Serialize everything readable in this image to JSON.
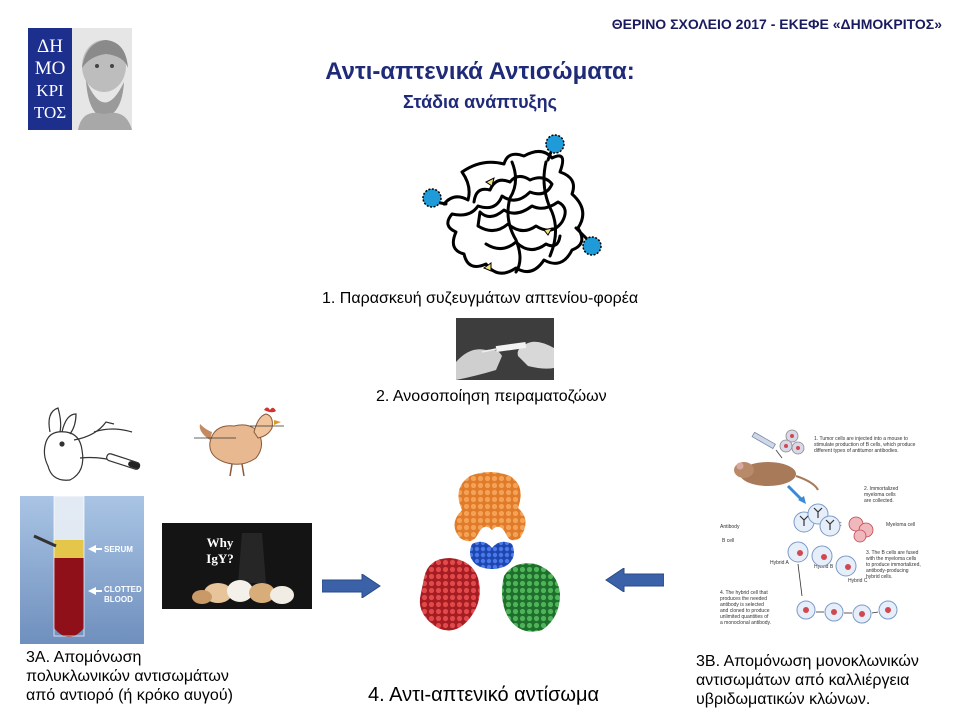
{
  "header": {
    "organization": "ΘΕΡΙΝΟ ΣΧΟΛΕΙΟ 2017 - ΕΚΕΦΕ «ΔΗΜΟΚΡΙΤΟΣ»",
    "title": "Αντι-απτενικά Αντισώματα:",
    "subtitle": "Στάδια ανάπτυξης"
  },
  "logo": {
    "line1": "ΔΗ",
    "line2": "ΜΟ",
    "line3": "ΚΡΙ",
    "line4": "ΤΟΣ"
  },
  "steps": {
    "step1": "1. Παρασκευή συζευγμάτων απτενίου-φορέα",
    "step2": "2. Ανοσοποίηση πειραματοζώων",
    "step3a_line1": "3Α. Απομόνωση",
    "step3a_line2": "πολυκλωνικών αντισωμάτων",
    "step3a_line3": "από αντιορό (ή κρόκο αυγού)",
    "step3b_line1": "3Β. Απομόνωση μονοκλωνικών",
    "step3b_line2": "αντισωμάτων από καλλιέργεια",
    "step3b_line3": "υβριδωματικών κλώνων.",
    "step4": "4. Αντι-απτενικό αντίσωμα"
  },
  "photos": {
    "serum_label": "SERUM",
    "clotted_label": "CLOTTED",
    "blood_label": "BLOOD",
    "igy_line1": "Why",
    "igy_line2": "IgY?"
  },
  "hybridoma": {
    "note1_line1": "1. Tumor cells are injected into a mouse to",
    "note1_line2": "stimulate production of B cells, which produce",
    "note1_line3": "different types of antitumor antibodies.",
    "note2_line1": "2. Immortalized",
    "note2_line2": "myeloma cells",
    "note2_line3": "are collected.",
    "antibody_label": "Antibody",
    "bcell_label": "B cell",
    "myeloma_label": "Myeloma cell",
    "note3_line1": "3. The B cells are fused",
    "note3_line2": "with the myeloma cells",
    "note3_line3": "to produce immortalized,",
    "note3_line4": "antibody-producing",
    "note3_line5": "hybrid cells.",
    "hybrid_a": "Hybrid A",
    "hybrid_b": "Hybrid B",
    "hybrid_c": "Hybrid C",
    "note4_line1": "4. The hybrid cell that",
    "note4_line2": "produces the needed",
    "note4_line3": "antibody is selected",
    "note4_line4": "and cloned to produce",
    "note4_line5": "unlimited quantities of",
    "note4_line6": "a monoclonal antibody.",
    "a": "A",
    "b": "B",
    "c": "C"
  },
  "colors": {
    "title": "#1f2a78",
    "logo_bg": "#1d2f8c",
    "arrow": "#3b62a8",
    "hapten": "#1e9bd8",
    "antibody_heavy": "#e07b2a",
    "antibody_light_left": "#c8262b",
    "antibody_light_right": "#2e8b3c",
    "antibody_hinge": "#2a5bd0"
  }
}
